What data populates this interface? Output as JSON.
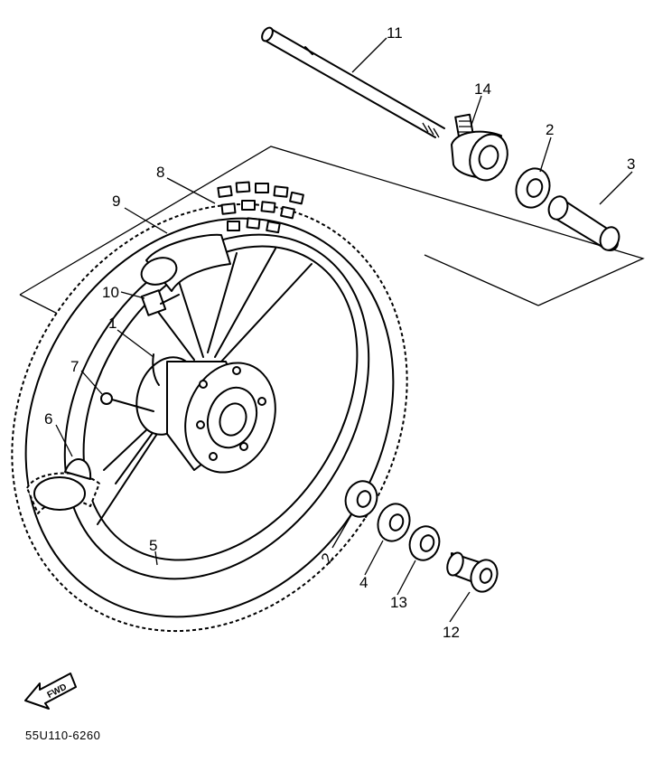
{
  "diagram": {
    "callouts": [
      "11",
      "14",
      "2",
      "3",
      "8",
      "9",
      "10",
      "1",
      "7",
      "6",
      "5",
      "2",
      "4",
      "13",
      "12"
    ],
    "direction_label": "FWD",
    "drawing_code": "55U110-6260"
  }
}
